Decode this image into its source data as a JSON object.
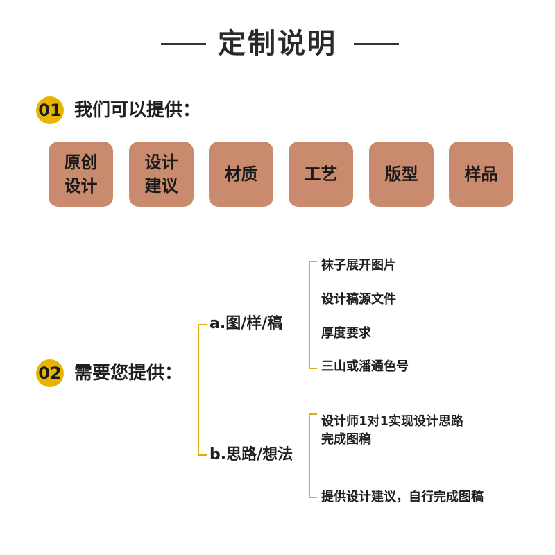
{
  "title": "定制说明",
  "section1": {
    "number": "01",
    "heading": "我们可以提供：",
    "cards": [
      {
        "lines": [
          "原创",
          "设计"
        ]
      },
      {
        "lines": [
          "设计",
          "建议"
        ]
      },
      {
        "lines": [
          "材质"
        ]
      },
      {
        "lines": [
          "工艺"
        ]
      },
      {
        "lines": [
          "版型"
        ]
      },
      {
        "lines": [
          "样品"
        ]
      }
    ]
  },
  "section2": {
    "number": "02",
    "heading": "需要您提供：",
    "branch_a": {
      "label": "a.图/样/稿",
      "items": [
        "袜子展开图片",
        "设计稿源文件",
        "厚度要求",
        "三山或潘通色号"
      ]
    },
    "branch_b": {
      "label": "b.思路/想法",
      "items": [
        "设计师1对1实现设计思路",
        "完成图稿",
        "提供设计建议，自行完成图稿"
      ]
    }
  },
  "colors": {
    "accent": "#e8b400",
    "card_bg": "#c98a6d",
    "tree_line": "#e0ac12"
  }
}
